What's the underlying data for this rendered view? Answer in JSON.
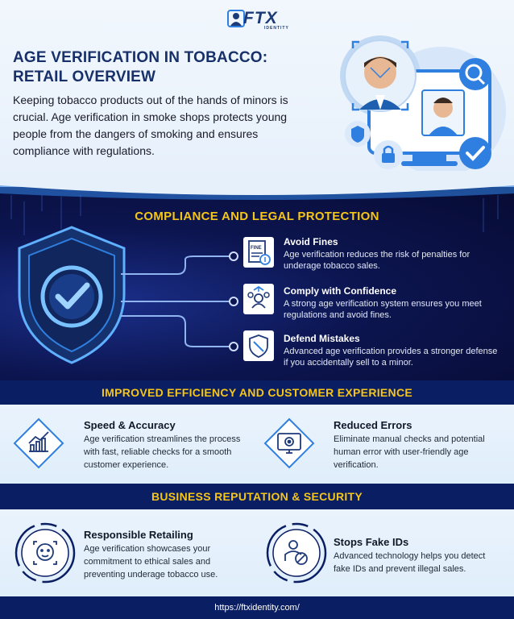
{
  "logo": {
    "text": "FTX",
    "sub": "IDENTITY"
  },
  "header": {
    "title_line1": "AGE VERIFICATION IN TOBACCO:",
    "title_line2": "RETAIL OVERVIEW",
    "intro": "Keeping tobacco products out of the hands of minors is crucial. Age verification in smoke shops protects young people from the dangers of smoking and ensures compliance with regulations."
  },
  "compliance": {
    "title": "COMPLIANCE AND LEGAL PROTECTION",
    "items": [
      {
        "icon": "fine-icon",
        "fine_label": "FINE",
        "title": "Avoid Fines",
        "desc": "Age verification reduces the risk of penalties for underage tobacco sales."
      },
      {
        "icon": "team-icon",
        "title": "Comply with Confidence",
        "desc": "A strong age verification system ensures you meet regulations and avoid fines."
      },
      {
        "icon": "shield-icon",
        "title": "Defend Mistakes",
        "desc": "Advanced age verification provides a stronger defense if you accidentally sell to a minor."
      }
    ]
  },
  "efficiency": {
    "title": "IMPROVED EFFICIENCY AND CUSTOMER EXPERIENCE",
    "cards": [
      {
        "icon": "growth-chart-icon",
        "title": "Speed & Accuracy",
        "desc": "Age verification streamlines the process with fast, reliable checks for a smooth customer experience."
      },
      {
        "icon": "monitor-settings-icon",
        "title": "Reduced Errors",
        "desc": "Eliminate manual checks and potential human error with user-friendly age verification."
      }
    ]
  },
  "reputation": {
    "title": "BUSINESS REPUTATION & SECURITY",
    "cards": [
      {
        "icon": "face-scan-icon",
        "title": "Responsible Retailing",
        "desc": "Age verification showcases your commitment to ethical sales and preventing underage tobacco use."
      },
      {
        "icon": "blocked-id-icon",
        "title": "Stops Fake IDs",
        "desc": "Advanced technology helps you detect fake IDs and prevent illegal sales."
      }
    ]
  },
  "footer": {
    "url": "https://ftxidentity.com/"
  },
  "colors": {
    "navy": "#0a1e63",
    "gold": "#f5c518",
    "title_blue": "#17306a",
    "accent_blue": "#2f7fe0"
  }
}
